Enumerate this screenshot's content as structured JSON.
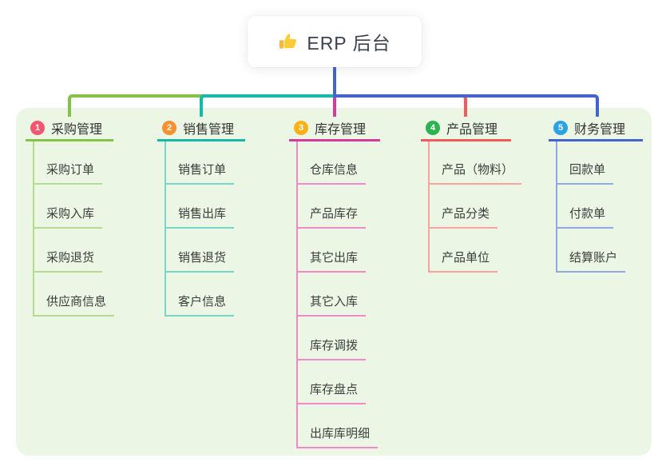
{
  "root": {
    "label": "ERP 后台",
    "icon": "thumbs-up-icon",
    "icon_color": "#fbc02d"
  },
  "canvas": {
    "background": "#ffffff",
    "panel_background": "#ebf7e4",
    "trunk_color": "#4363cd"
  },
  "branches": [
    {
      "badge": "1",
      "label": "采购管理",
      "badge_color": "#f4566e",
      "line_color": "#82c246",
      "child_line_color": "#b4db8e",
      "children": [
        "采购订单",
        "采购入库",
        "采购退货",
        "供应商信息"
      ]
    },
    {
      "badge": "2",
      "label": "销售管理",
      "badge_color": "#f7902f",
      "line_color": "#16b8aa",
      "child_line_color": "#79d5cb",
      "children": [
        "销售订单",
        "销售出库",
        "销售退货",
        "客户信息"
      ]
    },
    {
      "badge": "3",
      "label": "库存管理",
      "badge_color": "#fbb116",
      "line_color": "#d63a9b",
      "child_line_color": "#f089c6",
      "children": [
        "仓库信息",
        "产品库存",
        "其它出库",
        "其它入库",
        "库存调拨",
        "库存盘点",
        "出库库明细"
      ]
    },
    {
      "badge": "4",
      "label": "产品管理",
      "badge_color": "#2cb251",
      "line_color": "#f15b5b",
      "child_line_color": "#f7a39e",
      "children": [
        "产品（物料）",
        "产品分类",
        "产品单位"
      ]
    },
    {
      "badge": "5",
      "label": "财务管理",
      "badge_color": "#2ba2e2",
      "line_color": "#4363cd",
      "child_line_color": "#93a7e3",
      "children": [
        "回款单",
        "付款单",
        "结算账户"
      ]
    }
  ]
}
